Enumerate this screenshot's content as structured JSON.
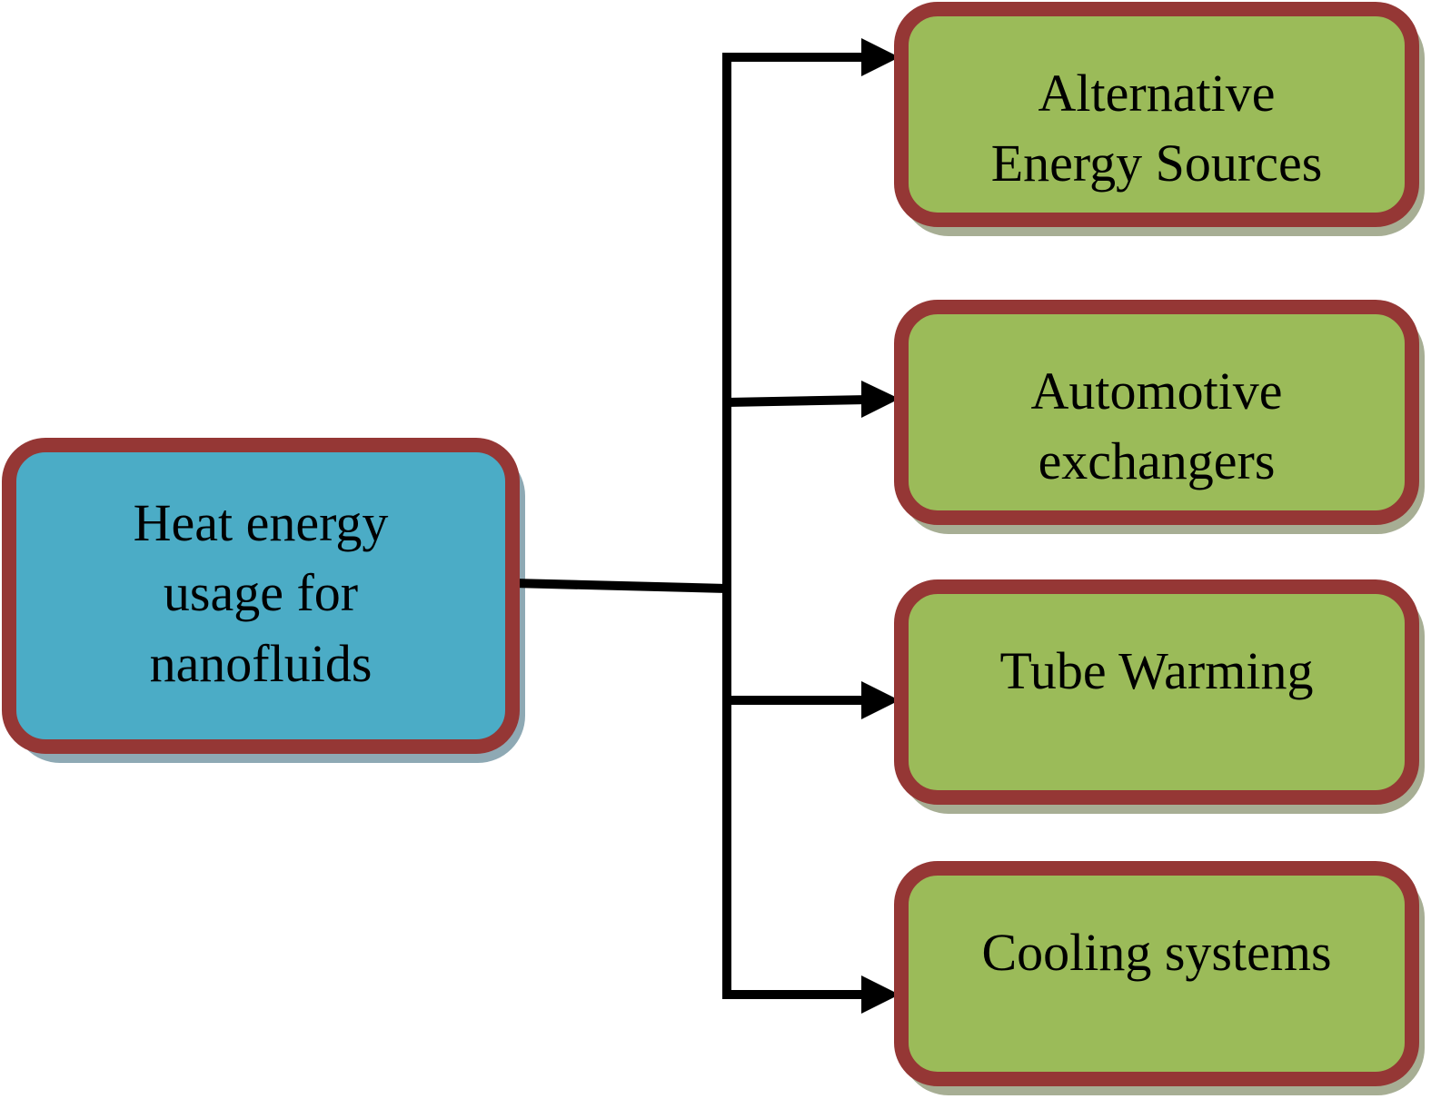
{
  "colors": {
    "source_fill": "#4bacc6",
    "source_shadow": "#8ea9b4",
    "target_fill": "#9bbb59",
    "target_shadow": "#a7ae94",
    "border": "#953735",
    "connector": "#000000"
  },
  "source": {
    "lines": [
      "Heat energy",
      "usage for",
      "nanofluids"
    ]
  },
  "targets": [
    {
      "lines": [
        "Alternative",
        "Energy Sources"
      ]
    },
    {
      "lines": [
        "Automotive",
        "exchangers"
      ]
    },
    {
      "lines": [
        "Tube Warming"
      ]
    },
    {
      "lines": [
        "Cooling systems"
      ]
    }
  ]
}
